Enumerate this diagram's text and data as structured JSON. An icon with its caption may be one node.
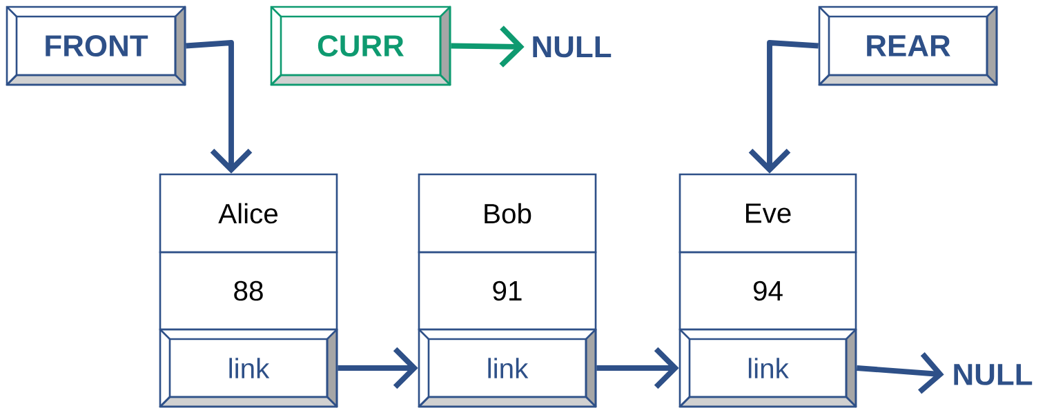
{
  "diagram": {
    "nodes": [
      {
        "text": [
          "FRONT"
        ]
      },
      {
        "text": [
          "CURR"
        ]
      },
      {
        "text": [
          "NULL"
        ]
      },
      {
        "text": [
          "REAR"
        ]
      },
      {
        "text": [
          "Alice"
        ]
      },
      {
        "text": [
          "88"
        ]
      },
      {
        "text": [
          "link"
        ]
      },
      {
        "text": [
          "Bob"
        ]
      },
      {
        "text": [
          "91"
        ]
      },
      {
        "text": [
          "link"
        ]
      },
      {
        "text": [
          "Eve"
        ]
      },
      {
        "text": [
          "94"
        ]
      },
      {
        "text": [
          "link"
        ]
      },
      {
        "text": [
          "NULL"
        ]
      }
    ],
    "edges": [
      {
        "from": 0,
        "to": 4,
        "arrow": "to"
      },
      {
        "from": 1,
        "to": 2,
        "arrow": "to",
        "color": "#0e9a70"
      },
      {
        "from": 3,
        "to": 10,
        "arrow": "to"
      },
      {
        "from": 6,
        "to": 9,
        "arrow": "to"
      },
      {
        "from": 9,
        "to": 12,
        "arrow": "to"
      },
      {
        "from": 12,
        "to": 13,
        "arrow": "to"
      }
    ]
  }
}
